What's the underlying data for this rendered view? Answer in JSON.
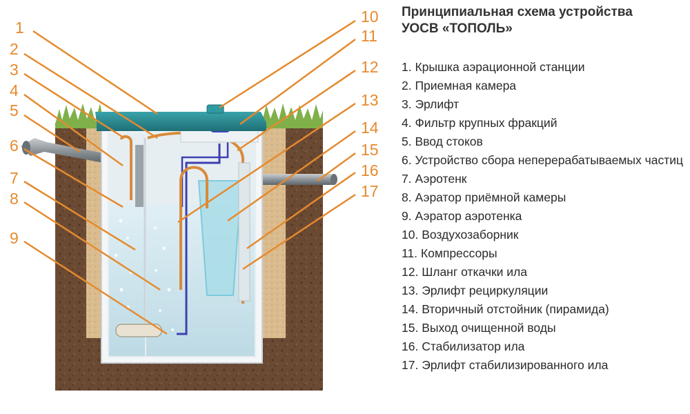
{
  "title_line1": "Принципиальная схема устройства",
  "title_line2": "УОСВ «ТОПОЛЬ»",
  "callout_numbers": [
    "1",
    "2",
    "3",
    "4",
    "5",
    "6",
    "7",
    "8",
    "9",
    "10",
    "11",
    "12",
    "13",
    "14",
    "15",
    "16",
    "17"
  ],
  "legend_items": [
    "1. Крышка аэрационной станции",
    "2. Приемная камера",
    "3. Эрлифт",
    "4. Фильтр крупных фракций",
    "5. Ввод стоков",
    "6. Устройство сбора неперерабатываемых частиц",
    "7. Аэротенк",
    "8. Аэратор приёмной камеры",
    "9. Аэратор аэротенка",
    "10. Воздухозаборник",
    "11. Компрессоры",
    "12. Шланг откачки ила",
    "13. Эрлифт рециркуляции",
    "14. Вторичный отстойник (пирамида)",
    "15. Выход очищенной воды",
    "16. Стабилизатор ила",
    "17. Эрлифт стабилизированного ила"
  ],
  "colors": {
    "callout": "#e58a2e",
    "soil": "#6b4a33",
    "sand": "#d9bb8e",
    "grass": "#7fb04a",
    "lid": "#2a8c93",
    "tank_wall": "#f4f6f8",
    "water": "#cfe6ee",
    "pipe": "#8f969b",
    "hose_blue": "#3d3fb0",
    "airlift_orange": "#d88a3a"
  }
}
